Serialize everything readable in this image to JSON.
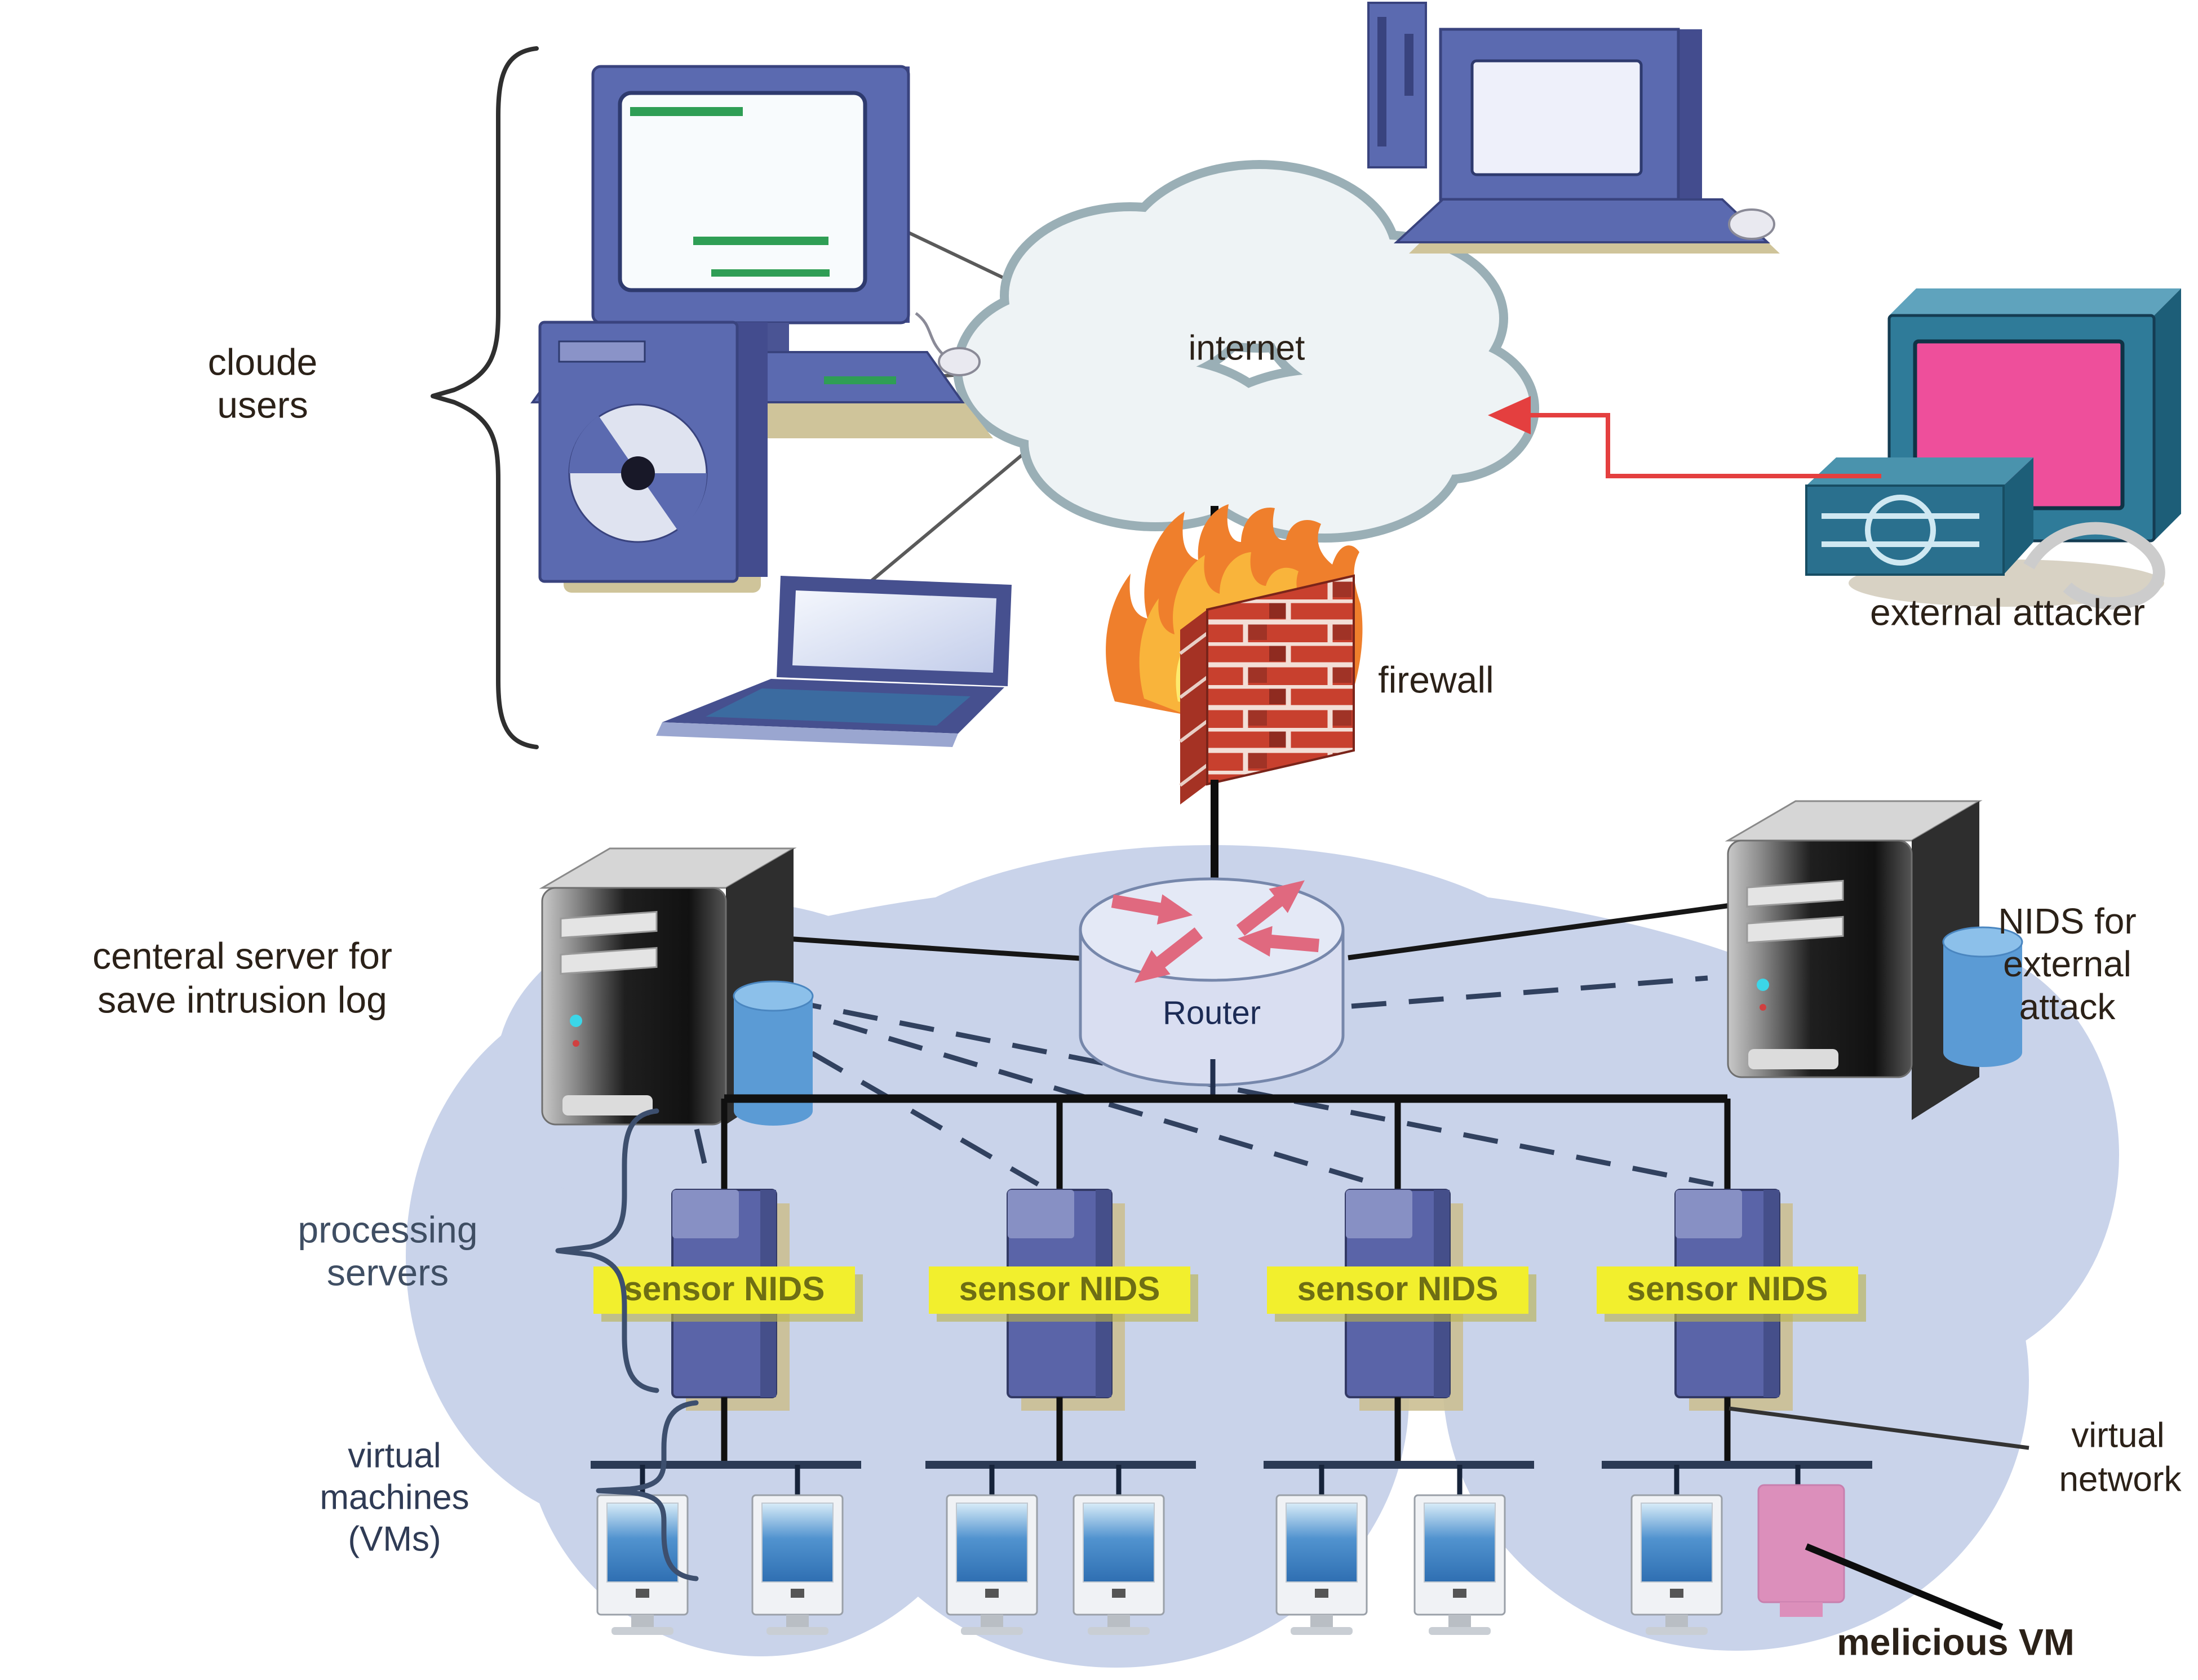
{
  "diagram": {
    "type": "cloud-nids-security-architecture",
    "labels": {
      "cloud_users": [
        "cloude",
        "users"
      ],
      "internet": "internet",
      "external_attacker": "external attacker",
      "firewall": "firewall",
      "central_server": [
        "centeral server for",
        "save intrusion log"
      ],
      "nids_external": [
        "NIDS for",
        "external",
        "attack"
      ],
      "router": "Router",
      "processing_servers": [
        "processing",
        "servers"
      ],
      "sensor_nids": [
        "sensor NIDS",
        "sensor NIDS",
        "sensor NIDS",
        "sensor NIDS"
      ],
      "virtual_machines": [
        "virtual",
        "machines",
        "(VMs)"
      ],
      "virtual_network": [
        "virtual",
        "network"
      ],
      "malicious_vm": "melicious VM"
    },
    "colors": {
      "infra_cloud": "#c9d3ea",
      "internet_fill": "#eef3f5",
      "internet_border": "#9aafb6",
      "sensor_box": "#5a64a8",
      "sensor_label_bg": "#f2ef2d",
      "sensor_label_text": "#6e6e14",
      "router_body": "#d9def1",
      "router_border": "#7687ab",
      "router_arrows": "#e0697f",
      "attacker_body": "#2f7b99",
      "attacker_screen": "#ee4f9b",
      "malicious_vm": "#dc8fbb",
      "firewall_brick": "#c8402e",
      "flame_orange": "#ef7f2c",
      "attack_line": "#e43f3f",
      "storage_cylinder": "#5b9bd5",
      "device_blue": "#5b6ab0",
      "vm_screen_blue": "#4e8fd0"
    }
  }
}
